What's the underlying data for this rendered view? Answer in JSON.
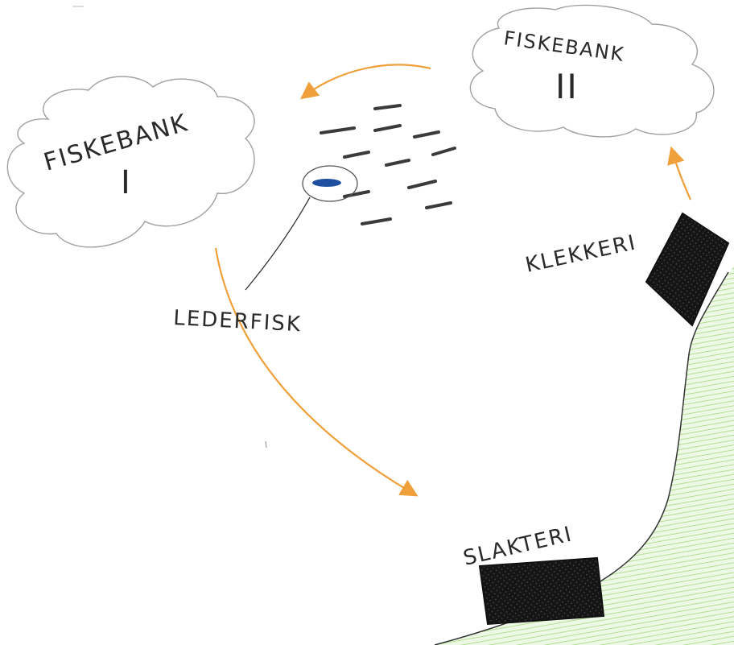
{
  "labels": {
    "bank1_title": "FISKEBANK",
    "bank1_numeral": "I",
    "bank2_title": "FISKEBANK",
    "bank2_numeral": "II",
    "hatchery": "KLEKKERI",
    "slaughterhouse": "SLAKTERI",
    "leader_fish": "LEDERFISK"
  },
  "colors": {
    "ink": "#2a2a2a",
    "cloud_outline": "#9a9a9a",
    "arrow": "#f0a03a",
    "leader_fish": "#1e4fa0",
    "building": "#111111",
    "land": "#a9dc88"
  }
}
